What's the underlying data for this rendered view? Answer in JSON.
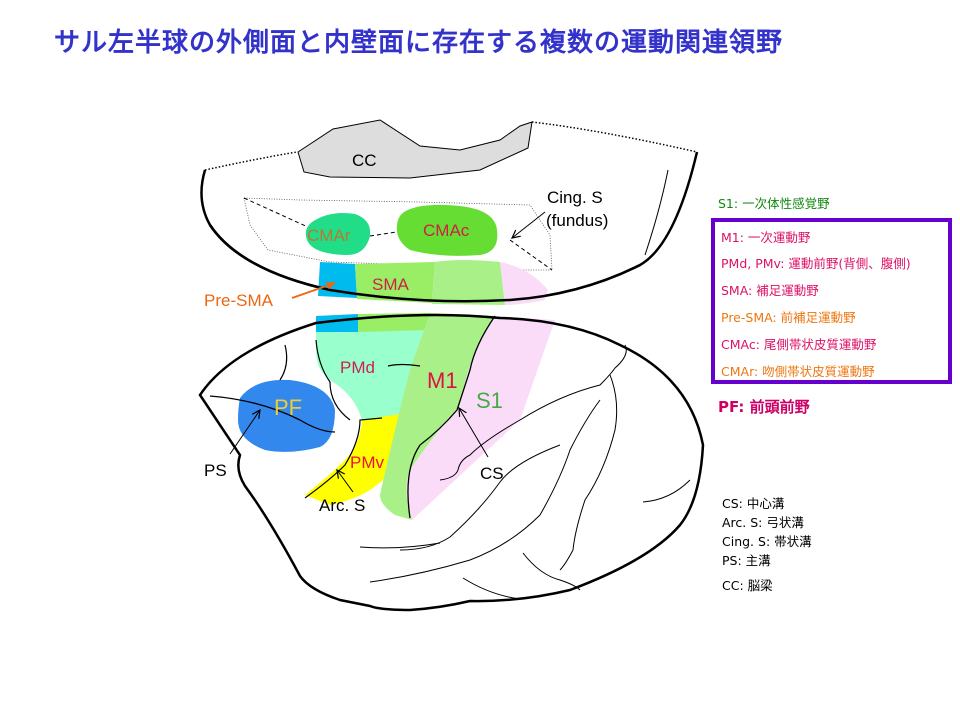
{
  "title": "サル左半球の外側面と内壁面に存在する複数の運動関連領野",
  "medial_view": {
    "labels": {
      "cc": "CC",
      "cmar": "CMAr",
      "cmac": "CMAc",
      "sma": "SMA",
      "pre_sma": "Pre-SMA",
      "cing_s": "Cing. S",
      "fundus": "(fundus)"
    }
  },
  "lateral_view": {
    "labels": {
      "pmd": "PMd",
      "pmv": "PMv",
      "m1": "M1",
      "s1": "S1",
      "pf": "PF",
      "ps": "PS",
      "cs": "CS",
      "arc_s": "Arc. S"
    }
  },
  "legend": {
    "s1": "S1: 一次体性感覚野",
    "boxed_items": [
      {
        "text": "M1: 一次運動野",
        "color": "#dd1166"
      },
      {
        "text": "PMd, PMv: 運動前野(背側、腹側)",
        "color": "#dd1166"
      },
      {
        "text": "SMA: 補足運動野",
        "color": "#dd1166"
      },
      {
        "text": "Pre-SMA: 前補足運動野",
        "color": "#ee7711"
      },
      {
        "text": "CMAc: 尾側帯状皮質運動野",
        "color": "#dd1166"
      },
      {
        "text": "CMAr: 吻側帯状皮質運動野",
        "color": "#ee7711"
      }
    ],
    "pf": "PF: 前頭前野"
  },
  "sulci_legend": [
    "CS: 中心溝",
    "Arc. S: 弓状溝",
    "Cing. S: 帯状溝",
    "PS: 主溝",
    "CC: 脳梁"
  ],
  "colors": {
    "title": "#3333cc",
    "cc_fill": "#dddddd",
    "cmar_fill": "#22dd88",
    "cmac_fill": "#66dd33",
    "pre_sma_fill": "#00bbee",
    "sma_fill": "#99ee66",
    "m1_fill": "#aaf088",
    "s1_fill": "#fbdcf8",
    "pmd_fill": "#99ffcc",
    "pmv_fill": "#ffff00",
    "pf_fill": "#3388ee",
    "legend_border": "#6600cc"
  }
}
